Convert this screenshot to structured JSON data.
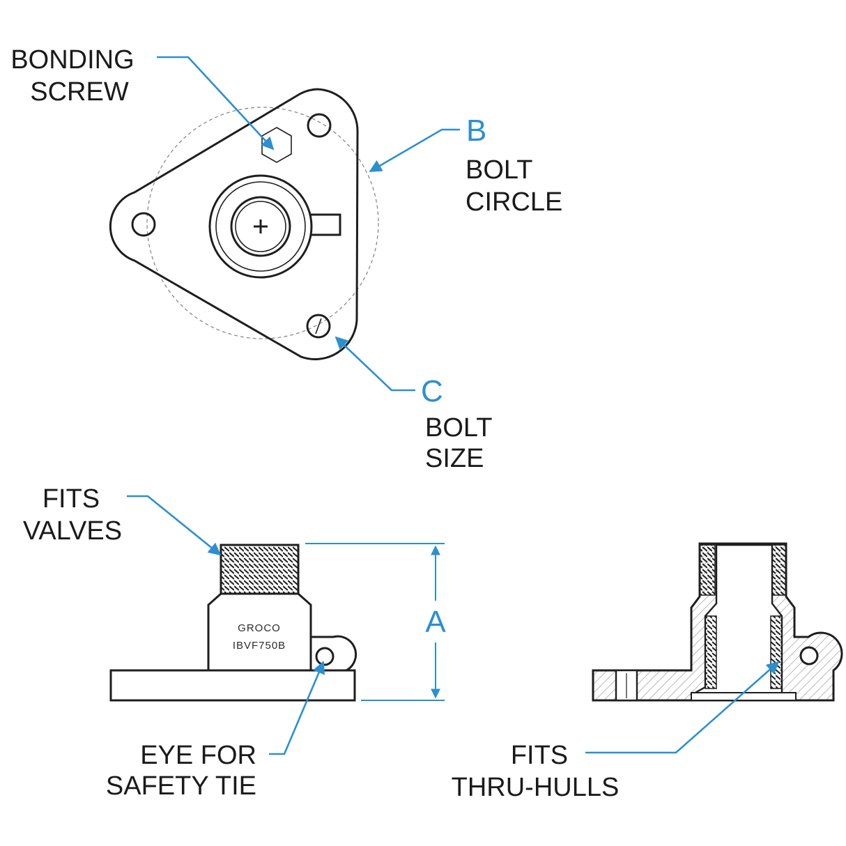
{
  "colors": {
    "ink": "#1e1e1e",
    "callout": "#2b8fd1",
    "hatch": "#9a9a9a"
  },
  "labels": {
    "bonding_screw": [
      "BONDING",
      "SCREW"
    ],
    "bolt_circle": {
      "letter": "B",
      "lines": [
        "BOLT",
        "CIRCLE"
      ]
    },
    "bolt_size": {
      "letter": "C",
      "lines": [
        "BOLT",
        "SIZE"
      ]
    },
    "fits_valves": [
      "FITS",
      "VALVES"
    ],
    "dimension_a": "A",
    "eye_for_safety_tie": [
      "EYE FOR",
      "SAFETY TIE"
    ],
    "fits_thru_hulls": [
      "FITS",
      "THRU-HULLS"
    ]
  },
  "part_marking": [
    "GROCO",
    "IBVF750B"
  ]
}
